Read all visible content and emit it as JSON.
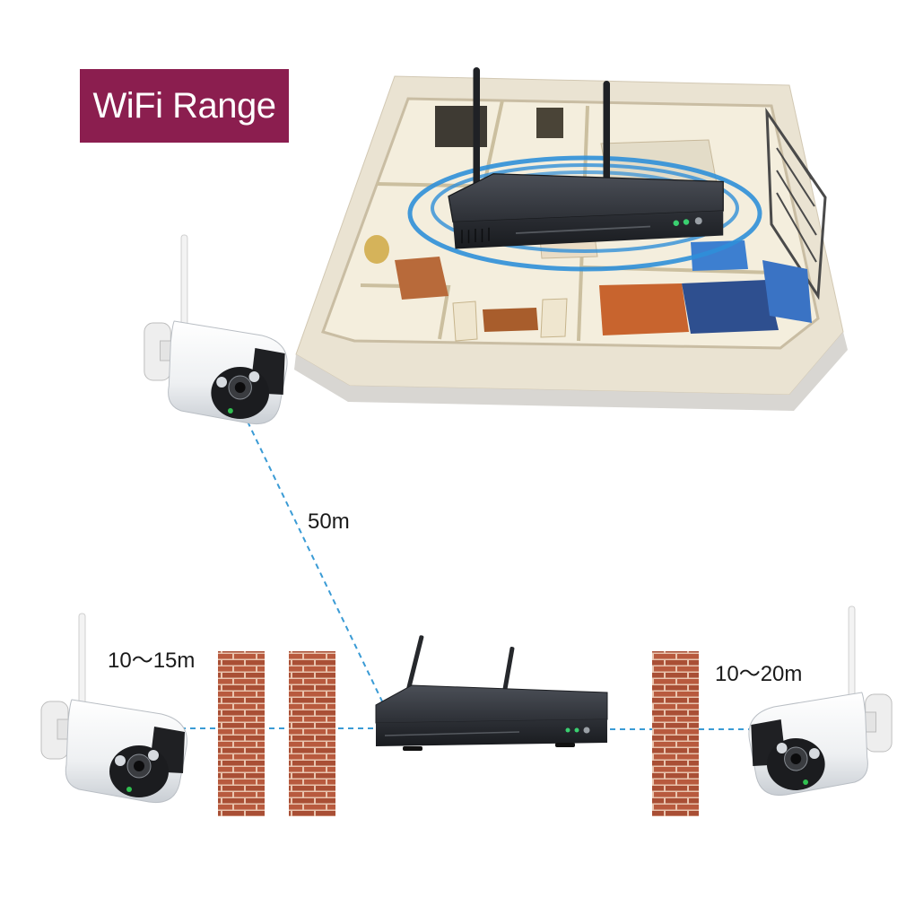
{
  "title": "WiFi Range",
  "labels": {
    "camera_top_distance": "50m",
    "camera_left_distance": "10～15m",
    "camera_right_distance": "10～20m"
  },
  "colors": {
    "title_badge": "#8b1e4f",
    "link_dash": "#3a9bd5",
    "brick": "#b85a3e",
    "wifi_ring": "#2f8fd8",
    "nvr_body": "#2a2d33"
  },
  "icons": {
    "camera": "bullet-camera-icon",
    "recorder": "wifi-nvr-icon",
    "wall": "brick-wall-icon",
    "house": "house-floorplan-illustration"
  }
}
